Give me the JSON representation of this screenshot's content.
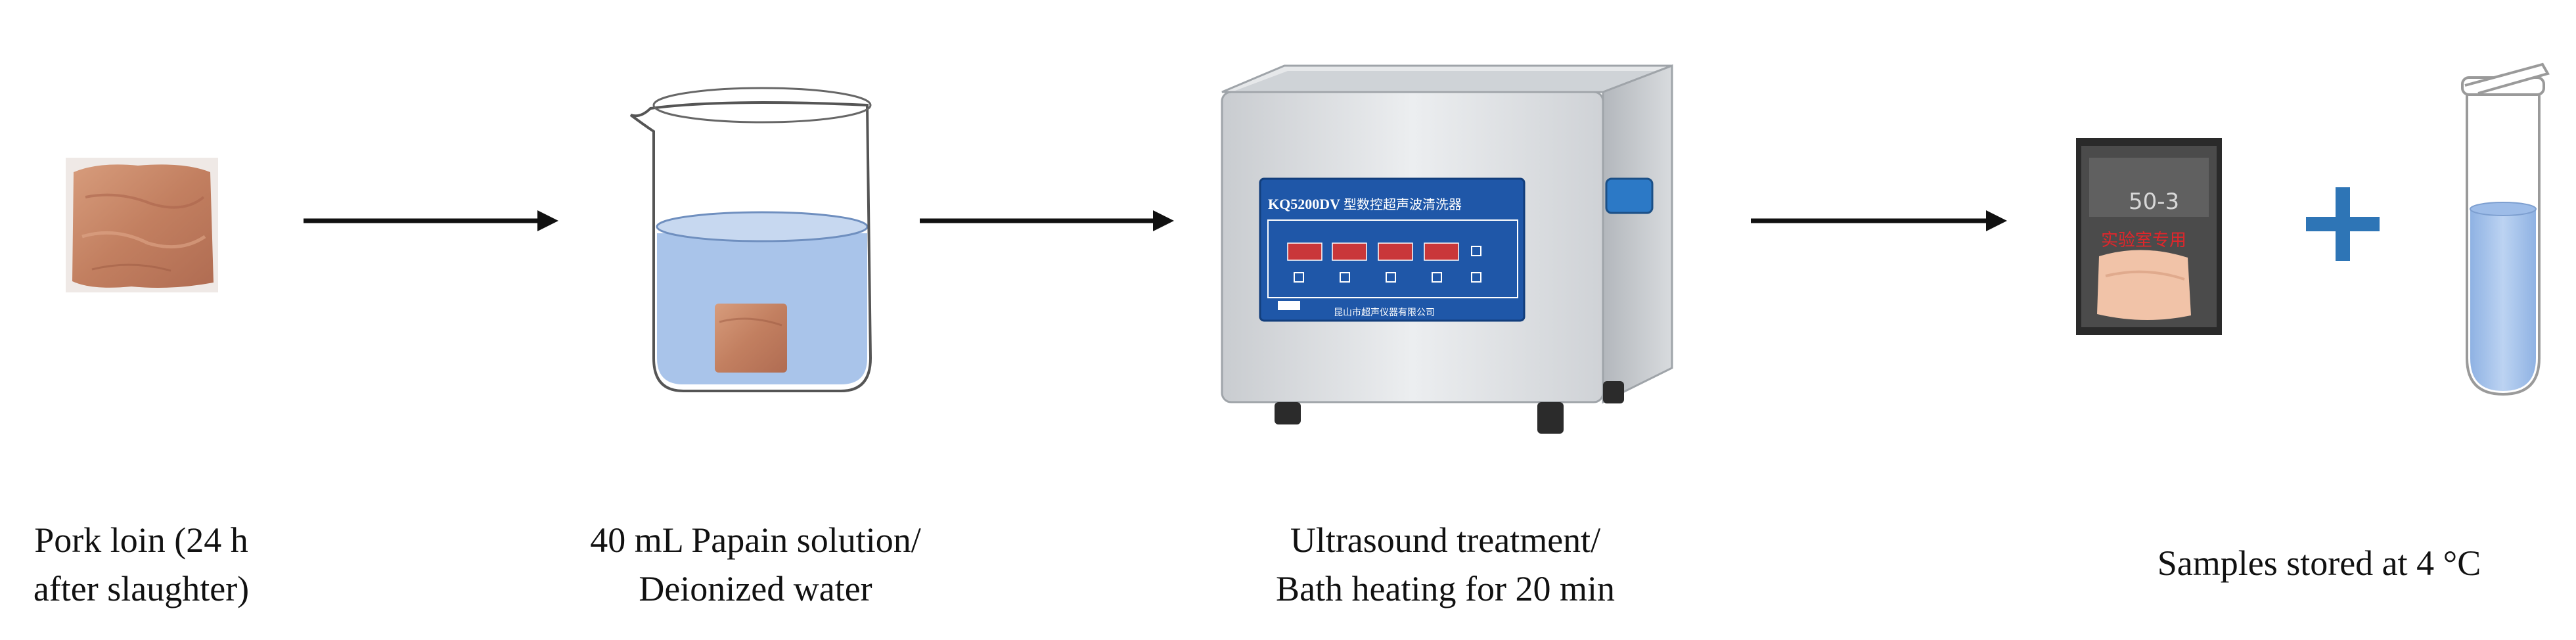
{
  "steps": [
    {
      "id": "pork",
      "caption_lines": [
        "Pork loin (24 h",
        "after slaughter)"
      ]
    },
    {
      "id": "beaker",
      "caption_lines": [
        "40 mL Papain solution/",
        "Deionized water"
      ]
    },
    {
      "id": "ultrasound",
      "caption_lines": [
        "Ultrasound treatment/",
        "Bath heating for 20 min"
      ]
    },
    {
      "id": "storage",
      "caption_lines": [
        "Samples stored at 4 °C"
      ]
    }
  ],
  "device": {
    "model_label": "KQ5200DV",
    "title_cn": "型数控超声波清洗器",
    "maker_cn": "昆山市超声仪器有限公司"
  },
  "bag": {
    "handwritten": "50-3",
    "label_cn": "实验室专用"
  },
  "colors": {
    "arrow": "#111111",
    "plus": "#2e75b6",
    "water": "#a9c4ea",
    "panel": "#1f57a8",
    "knob": "#2c79c6",
    "meat": "#c58a6a"
  }
}
